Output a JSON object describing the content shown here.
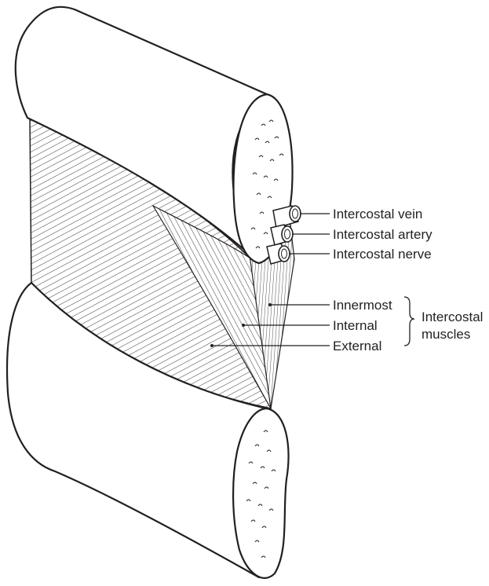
{
  "labels": {
    "vein": "Intercostal vein",
    "artery": "Intercostal artery",
    "nerve": "Intercostal nerve",
    "innermost": "Innermost",
    "internal": "Internal",
    "external": "External",
    "group_line1": "Intercostal",
    "group_line2": "muscles"
  }
}
